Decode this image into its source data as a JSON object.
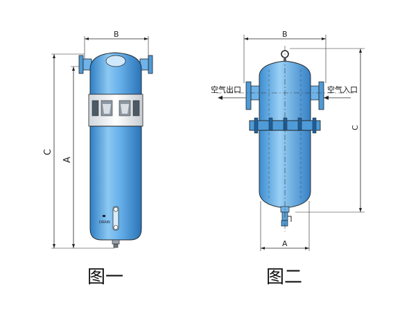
{
  "figure1": {
    "caption": "图一",
    "dim_B": "B",
    "dim_C": "C",
    "dim_A": "A",
    "drain_label": "DRAIN"
  },
  "figure2": {
    "caption": "图二",
    "dim_B": "B",
    "dim_C": "C",
    "dim_A": "A",
    "air_outlet": "空气出口",
    "air_inlet": "空气入口"
  },
  "colors": {
    "body_fill": "#5aa9e6",
    "body_dark": "#2f7fc4",
    "body_light": "#a9d6f7",
    "line": "#1a1a1a"
  }
}
